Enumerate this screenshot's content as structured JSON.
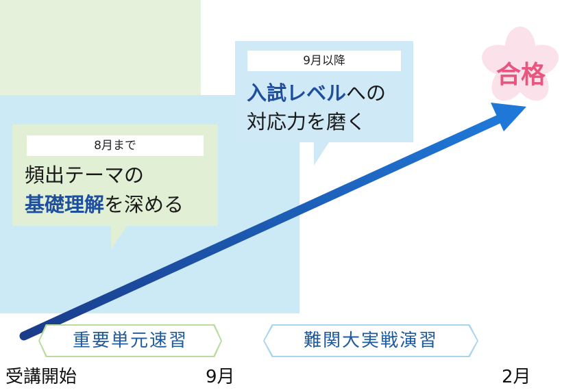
{
  "phases": [
    {
      "label": "重要単元速習"
    },
    {
      "label": "難関大実戦演習"
    }
  ],
  "axis": {
    "start": "受講開始",
    "mid": "9月",
    "end": "2月"
  },
  "callout_left": {
    "period": "8月まで",
    "line1": "頻出テーマの",
    "line2_highlight": "基礎理解",
    "line2_rest": "を深める"
  },
  "callout_right": {
    "period": "9月以降",
    "line1_highlight": "入試レベル",
    "line1_rest": "への",
    "line2": "対応力を磨く"
  },
  "goal": {
    "text": "合格",
    "icon": "sakura-flower-icon"
  },
  "colors": {
    "arrow": "#1a5fb4",
    "highlight": "#1e4f9e",
    "phase1_bg": "#e6f1dc",
    "phase2_bg": "#cce9f6",
    "goal": "#e8557e"
  }
}
